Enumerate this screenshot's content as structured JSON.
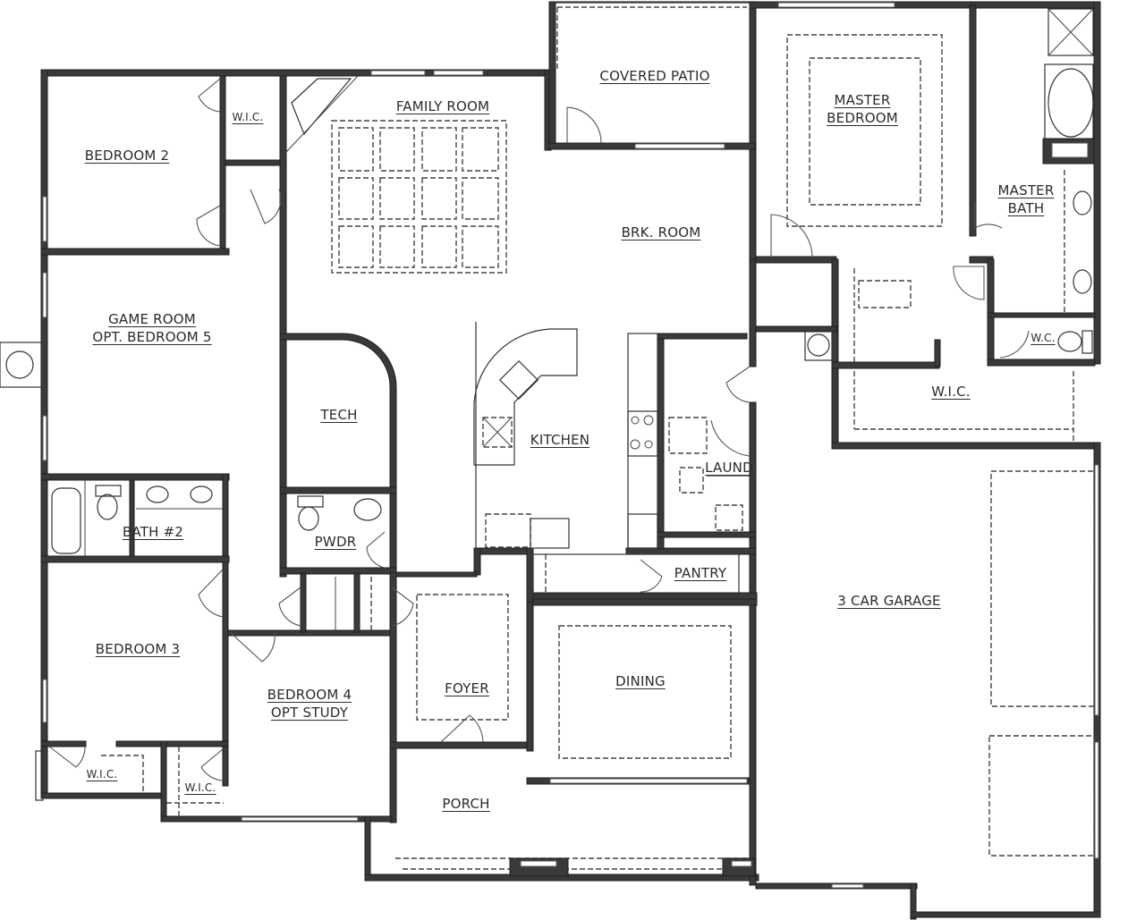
{
  "plan": {
    "colors": {
      "wall": "#3a3a3a",
      "line": "#333333",
      "background": "#ffffff"
    },
    "rooms": {
      "bedroom2": {
        "lines": [
          "BEDROOM 2"
        ]
      },
      "wic_bed2": {
        "lines": [
          "W.I.C."
        ]
      },
      "family_room": {
        "lines": [
          "FAMILY ROOM"
        ]
      },
      "covered_patio": {
        "lines": [
          "COVERED PATIO"
        ]
      },
      "master_bedroom": {
        "lines": [
          "MASTER",
          "BEDROOM"
        ]
      },
      "master_bath": {
        "lines": [
          "MASTER",
          "BATH"
        ]
      },
      "brk_room": {
        "lines": [
          "BRK. ROOM"
        ]
      },
      "game_room": {
        "lines": [
          "GAME ROOM",
          "OPT. BEDROOM 5"
        ]
      },
      "tech": {
        "lines": [
          "TECH"
        ]
      },
      "kitchen": {
        "lines": [
          "KITCHEN"
        ]
      },
      "laund": {
        "lines": [
          "LAUND"
        ]
      },
      "wc": {
        "lines": [
          "W.C."
        ]
      },
      "wic_master": {
        "lines": [
          "W.I.C."
        ]
      },
      "bath2": {
        "lines": [
          "BATH #2"
        ]
      },
      "pwdr": {
        "lines": [
          "PWDR"
        ]
      },
      "pantry": {
        "lines": [
          "PANTRY"
        ]
      },
      "garage": {
        "lines": [
          "3 CAR GARAGE"
        ]
      },
      "bedroom3": {
        "lines": [
          "BEDROOM 3"
        ]
      },
      "bedroom4": {
        "lines": [
          "BEDROOM 4",
          "OPT STUDY"
        ]
      },
      "foyer": {
        "lines": [
          "FOYER"
        ]
      },
      "dining": {
        "lines": [
          "DINING"
        ]
      },
      "wic_bed3": {
        "lines": [
          "W.I.C."
        ]
      },
      "wic_bed4": {
        "lines": [
          "W.I.C."
        ]
      },
      "porch": {
        "lines": [
          "PORCH"
        ]
      }
    }
  }
}
